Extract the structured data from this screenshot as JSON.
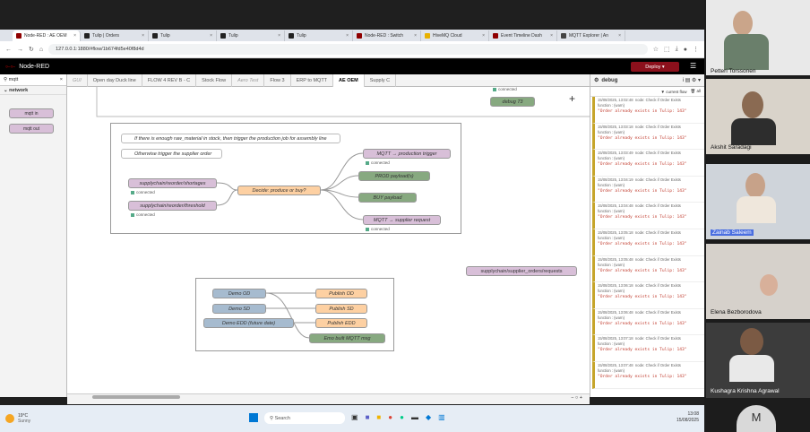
{
  "browser": {
    "tabs": [
      {
        "label": "Node-RED : AE OEM",
        "color": "#8f0000",
        "active": true
      },
      {
        "label": "Tulip | Orders",
        "color": "#222222"
      },
      {
        "label": "Tulip",
        "color": "#222222"
      },
      {
        "label": "Tulip",
        "color": "#222222"
      },
      {
        "label": "Tulip",
        "color": "#222222"
      },
      {
        "label": "Node-RED : Switch",
        "color": "#8f0000"
      },
      {
        "label": "HiveMQ Cloud",
        "color": "#e8b100"
      },
      {
        "label": "Event Timeline Dash",
        "color": "#8f0000"
      },
      {
        "label": "MQTT Explorer | An",
        "color": "#444"
      }
    ],
    "url": "127.0.0.1:1880/#flow/1b674fd5e40f8d4d"
  },
  "nodered": {
    "title": "Node-RED",
    "deploy_label": "Deploy",
    "palette_search": "mqtt",
    "palette_category": "network",
    "palette_nodes": [
      "mqtt in",
      "mqtt out"
    ],
    "workspace_tabs": [
      {
        "label": "GUI",
        "disabled": true
      },
      {
        "label": "Open day Duck line"
      },
      {
        "label": "FLOW 4 REV B - C"
      },
      {
        "label": "Stock Flow"
      },
      {
        "label": "Aero Test",
        "disabled": true
      },
      {
        "label": "Flow 3"
      },
      {
        "label": "ERP to MQTT"
      },
      {
        "label": "AE OEM",
        "active": true
      },
      {
        "label": "Supply C"
      }
    ],
    "canvas": {
      "top_status": "connected",
      "top_debug": "debug 73",
      "comment1": "If there is enough raw_material in stock, then trigger the production job for assembly line",
      "comment2": "Otherwise trigger the supplier order",
      "in1": "supplychain/reorder/shortages",
      "in2": "supplychain/reorder/threshold",
      "connected": "connected",
      "func": "Decide: produce or buy?",
      "out1": "MQTT → production trigger",
      "out2": "PROD payload(s)",
      "out3": "BUY payload",
      "out4": "MQTT → supplier request",
      "standalone": "supplychain/supplier_orders/requests",
      "inject1": "Demo OD",
      "inject2": "Demo SD",
      "inject3": "Demo EDD (future date)",
      "pub1": "Publish OD",
      "pub2": "Publish SD",
      "pub3": "Publish EDD",
      "debug2": "Emo built MQTT msg"
    },
    "sidebar": {
      "title": "debug",
      "filter": "current flow",
      "clear": "all",
      "messages": [
        {
          "time": "15/08/2025, 13:02:48",
          "node": "node: Check if Order Exists",
          "fn": "function : (warn)",
          "val": "\"Order already exists in Tulip: 143\""
        },
        {
          "time": "15/08/2025, 13:03:18",
          "node": "node: Check if Order Exists",
          "fn": "function : (warn)",
          "val": "\"Order already exists in Tulip: 143\""
        },
        {
          "time": "15/08/2025, 13:03:49",
          "node": "node: Check if Order Exists",
          "fn": "function : (warn)",
          "val": "\"Order already exists in Tulip: 143\""
        },
        {
          "time": "15/08/2025, 13:04:19",
          "node": "node: Check if Order Exists",
          "fn": "function : (warn)",
          "val": "\"Order already exists in Tulip: 143\""
        },
        {
          "time": "15/08/2025, 13:04:48",
          "node": "node: Check if Order Exists",
          "fn": "function : (warn)",
          "val": "\"Order already exists in Tulip: 143\""
        },
        {
          "time": "15/08/2025, 13:05:18",
          "node": "node: Check if Order Exists",
          "fn": "function : (warn)",
          "val": "\"Order already exists in Tulip: 143\""
        },
        {
          "time": "15/08/2025, 13:05:48",
          "node": "node: Check if Order Exists",
          "fn": "function : (warn)",
          "val": "\"Order already exists in Tulip: 143\""
        },
        {
          "time": "15/08/2025, 13:06:18",
          "node": "node: Check if Order Exists",
          "fn": "function : (warn)",
          "val": "\"Order already exists in Tulip: 143\""
        },
        {
          "time": "15/08/2025, 13:06:48",
          "node": "node: Check if Order Exists",
          "fn": "function : (warn)",
          "val": "\"Order already exists in Tulip: 143\""
        },
        {
          "time": "15/08/2025, 13:07:18",
          "node": "node: Check if Order Exists",
          "fn": "function : (warn)",
          "val": "\"Order already exists in Tulip: 143\""
        },
        {
          "time": "15/08/2025, 13:07:48",
          "node": "node: Check if Order Exists",
          "fn": "function : (warn)",
          "val": "\"Order already exists in Tulip: 143\""
        }
      ]
    }
  },
  "taskbar": {
    "weather_temp": "19°C",
    "weather_desc": "Sunny",
    "search": "Search",
    "time": "13:08",
    "date": "15/08/2025"
  },
  "call": {
    "participants": [
      {
        "name": "Petteri Torssonen",
        "bg": "#e9e9e9"
      },
      {
        "name": "Akshit Saradagi",
        "bg": "#d9d3ca"
      },
      {
        "name": "Zainab Saleem",
        "bg": "#cfd4da",
        "highlight": true
      },
      {
        "name": "Elena Bezborodova",
        "bg": "#d6d1cb"
      },
      {
        "name": "Kushagra Krishna Agrawal",
        "bg": "#3c3c3c"
      }
    ],
    "avatar_initial": "M"
  }
}
